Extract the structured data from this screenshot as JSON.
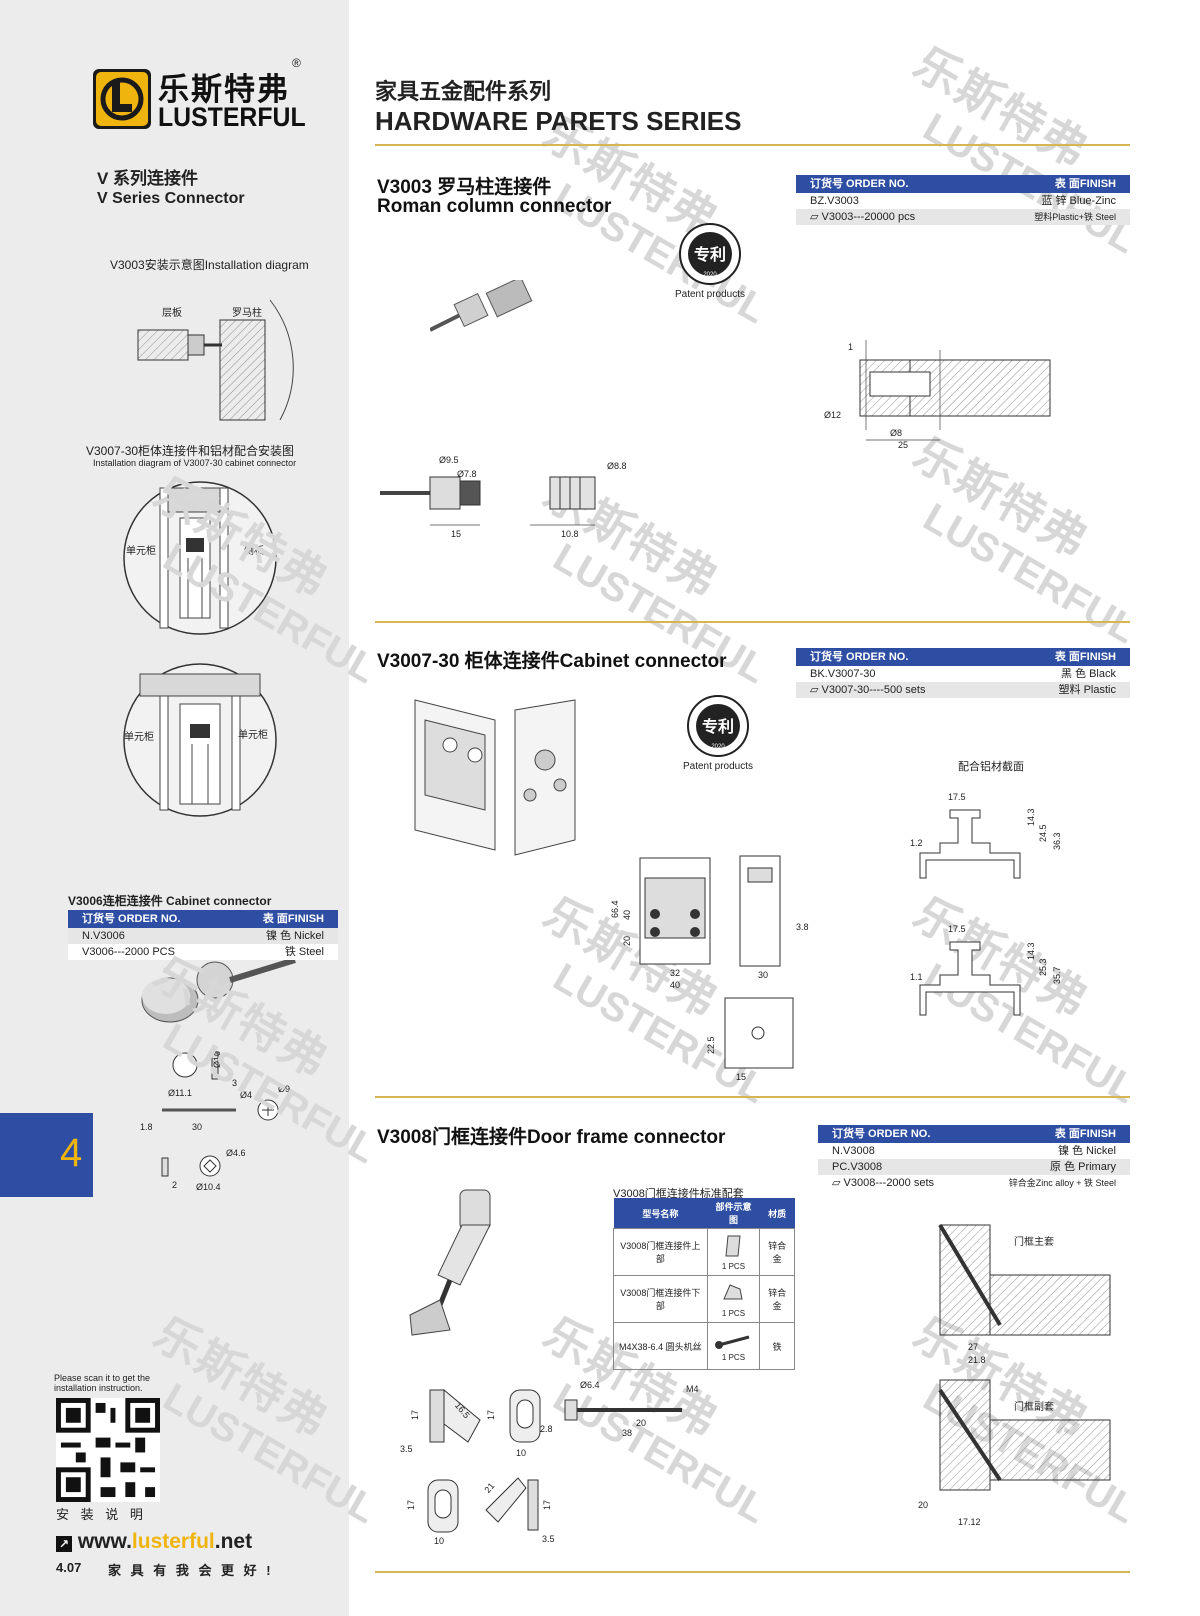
{
  "brand": {
    "name_cn": "乐斯特弗",
    "name_en": "LUSTERFUL",
    "registered": "®",
    "brand_color": "#f0b40f",
    "accent_blue": "#2e4ea3",
    "rule_gold": "#d8b554"
  },
  "header": {
    "title_cn": "家具五金配件系列",
    "title_en": "HARDWARE PARETS SERIES"
  },
  "sidebar": {
    "series_cn": "V 系列连接件",
    "series_en": "V Series Connector",
    "v3003_install": "V3003安装示意图Installation diagram",
    "label_shelf": "层板",
    "label_roman": "罗马柱",
    "v3007_install_cn": "V3007-30柜体连接件和铝材配合安装图",
    "v3007_install_en": "Installation diagram of V3007-30 cabinet connector",
    "label_unit_cabinet": "单元柜",
    "label_side_panel": "侧板",
    "label_unit_cabinet_2": "单元柜",
    "label_unit_cabinet_3": "单元柜",
    "v3006_title": "V3006连柜连接件 Cabinet connector",
    "v3006_table": {
      "header_order": "订货号 ORDER NO.",
      "header_finish": "表 面FINISH",
      "rows": [
        {
          "order": "N.V3006",
          "finish": "镍 色 Nickel"
        },
        {
          "order": "V3006---2000 PCS",
          "finish": "铁  Steel"
        }
      ]
    },
    "v3006_dims": [
      "Ø10",
      "Ø11.1",
      "3",
      "Ø4",
      "Ø9",
      "1.8",
      "30",
      "Ø4.6",
      "2",
      "Ø10.4"
    ],
    "page_number": "4",
    "scan_text": "Please scan it to get the installation instruction.",
    "install_label": "安 装 说 明",
    "website": "www.lusterful.net",
    "website_prefix": "www.",
    "website_brand": "lusterful",
    "website_suffix": ".net",
    "footer_code": "4.07",
    "footer_slogan": "家 具 有 我 会 更 好 !"
  },
  "watermark": {
    "cn": "乐斯特弗",
    "en": "LUSTERFUL"
  },
  "v3003": {
    "title_cn": "V3003 罗马柱连接件",
    "title_en": "Roman column connector",
    "table": {
      "header_order": "订货号 ORDER NO.",
      "header_finish": "表 面FINISH",
      "rows": [
        {
          "order": "BZ.V3003",
          "finish": "蓝 锌 Blue-Zinc"
        },
        {
          "order": "V3003---20000 pcs",
          "finish": "塑料Plastic+铁 Steel"
        }
      ]
    },
    "patent_seal": "专利",
    "patent_year": "2020",
    "patent_label": "Patent products",
    "dims": [
      "Ø9.5",
      "Ø7.8",
      "15",
      "Ø8.8",
      "10.8",
      "1",
      "Ø12",
      "Ø8",
      "25"
    ]
  },
  "v3007": {
    "title": "V3007-30 柜体连接件Cabinet connector",
    "table": {
      "header_order": "订货号 ORDER NO.",
      "header_finish": "表 面FINISH",
      "rows": [
        {
          "order": "BK.V3007-30",
          "finish": "黑 色 Black"
        },
        {
          "order": "V3007-30----500 sets",
          "finish": "塑料 Plastic"
        }
      ]
    },
    "patent_seal": "专利",
    "patent_year": "2020",
    "patent_label": "Patent products",
    "profile_label": "配合铝材截面",
    "dims": [
      "66.4",
      "40",
      "20",
      "32",
      "40",
      "3.8",
      "30",
      "22.5",
      "15",
      "17.5",
      "1.2",
      "14.3",
      "24.5",
      "36.3",
      "17.5",
      "1.1",
      "14.3",
      "25.3",
      "35.7"
    ]
  },
  "v3008": {
    "title": "V3008门框连接件Door frame connector",
    "table": {
      "header_order": "订货号 ORDER NO.",
      "header_finish": "表 面FINISH",
      "rows": [
        {
          "order": "N.V3008",
          "finish": "镍 色 Nickel"
        },
        {
          "order": "PC.V3008",
          "finish": "原 色 Primary"
        },
        {
          "order": "V3008---2000 sets",
          "finish": "锌合金Zinc alloy + 铁 Steel"
        }
      ]
    },
    "set_title": "V3008门框连接件标准配套",
    "set_headers": [
      "型号名称",
      "部件示意图",
      "材质"
    ],
    "set_rows": [
      {
        "name": "V3008门框连接件上部",
        "qty": "1 PCS",
        "material": "锌合金"
      },
      {
        "name": "V3008门框连接件下部",
        "qty": "1 PCS",
        "material": "锌合金"
      },
      {
        "name": "M4X38-6.4 圆头机丝",
        "qty": "1 PCS",
        "material": "铁"
      }
    ],
    "label_main_frame": "门框主套",
    "label_sub_frame": "门框副套",
    "dims": [
      "17",
      "16.5",
      "17",
      "3.5",
      "10",
      "Ø6.4",
      "M4",
      "20",
      "2.8",
      "38",
      "17",
      "21",
      "17",
      "10",
      "3.5",
      "27",
      "21.8",
      "20",
      "17.12"
    ]
  }
}
